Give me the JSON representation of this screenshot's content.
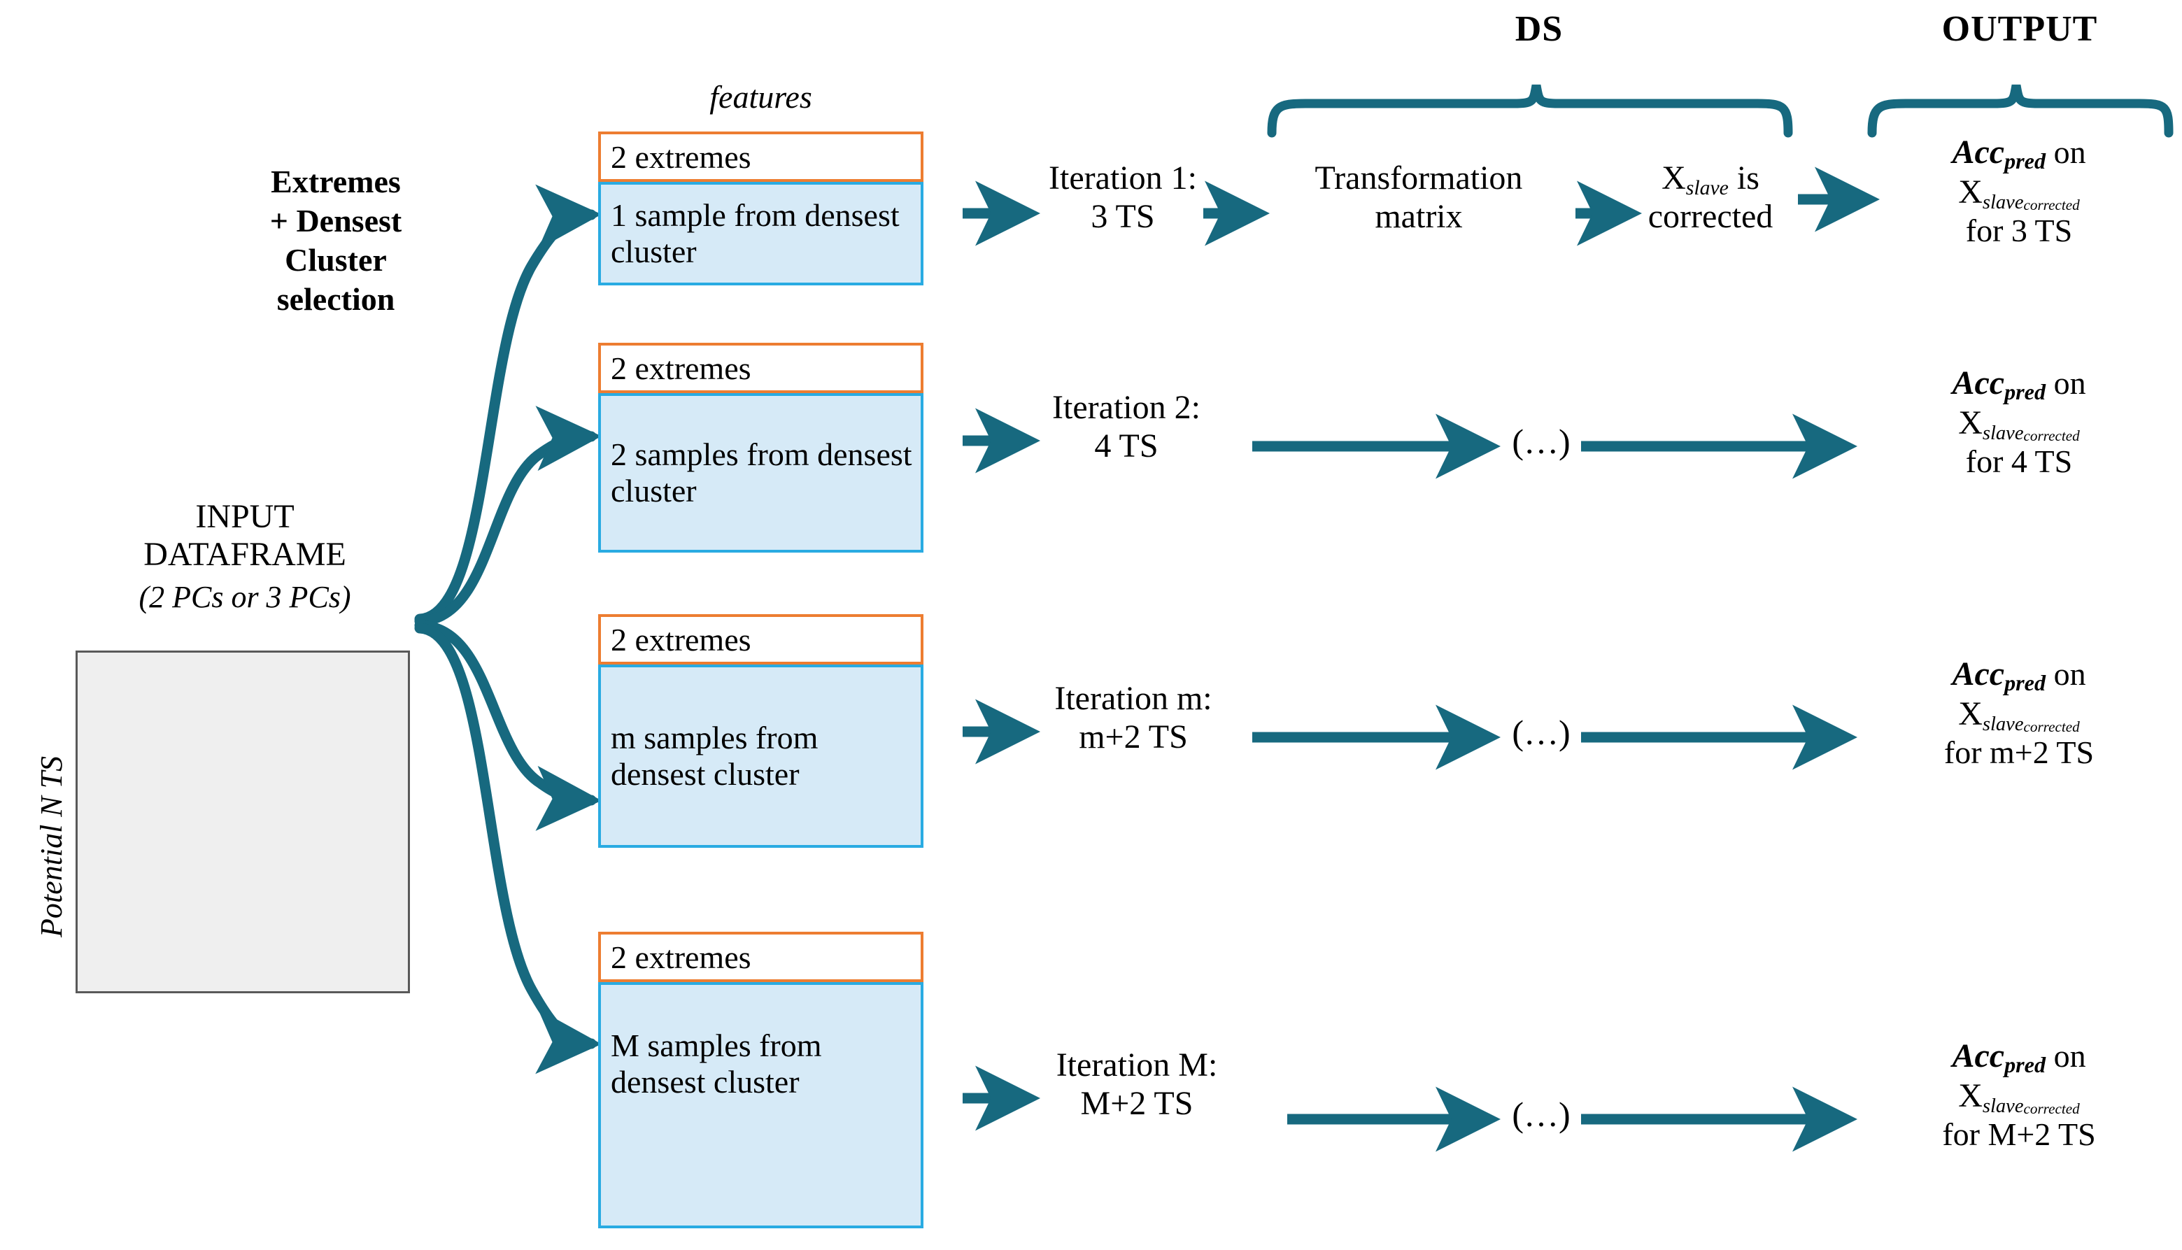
{
  "colors": {
    "teal": "#17697F",
    "orange_border": "#ED7D31",
    "blue_border": "#29ABE2",
    "blue_fill": "#D6EAF7",
    "gray_fill": "#EFEFEF",
    "gray_border": "#595959",
    "text": "#000000"
  },
  "headers": {
    "ds": "DS",
    "output": "OUTPUT"
  },
  "left": {
    "selection_label": "Extremes\n+ Densest\nCluster\nselection",
    "selection_lines": [
      "Extremes",
      "+ Densest",
      "Cluster",
      "selection"
    ],
    "input_title_line1": "INPUT",
    "input_title_line2": "DATAFRAME",
    "input_subtitle": "(2 PCs or 3 PCs)",
    "row_axis_label": "Potential N TS"
  },
  "features_label": "features",
  "rows": [
    {
      "extremes": "2 extremes",
      "cluster_line1": "1 sample from",
      "cluster_line2": "densest cluster",
      "iteration_line1": "Iteration 1:",
      "iteration_line2": "3 TS",
      "ds_step1_line1": "Transformation",
      "ds_step1_line2": "matrix",
      "ds_step2_line1": "X_slave is",
      "ds_step2_line2": "corrected",
      "ds_step2_var": "X",
      "ds_step2_sub": "slave",
      "ds_step2_tail": " is",
      "output_acc": "Acc",
      "output_acc_sub": "pred",
      "output_acc_tail": " on",
      "output_var": "X",
      "output_var_sub": "slave",
      "output_var_sub2": "corrected",
      "output_for": "for 3 TS",
      "ellipsis": null
    },
    {
      "extremes": "2 extremes",
      "cluster_line1": "2 samples from",
      "cluster_line2": "densest cluster",
      "iteration_line1": "Iteration 2:",
      "iteration_line2": "4 TS",
      "ellipsis": "(…)",
      "output_acc": "Acc",
      "output_acc_sub": "pred",
      "output_acc_tail": " on",
      "output_var": "X",
      "output_var_sub": "slave",
      "output_var_sub2": "corrected",
      "output_for": "for 4 TS"
    },
    {
      "extremes": "2 extremes",
      "cluster_line1": "m samples from",
      "cluster_line2": "densest cluster",
      "iteration_line1": "Iteration m:",
      "iteration_line2": "m+2 TS",
      "ellipsis": "(…)",
      "output_acc": "Acc",
      "output_acc_sub": "pred",
      "output_acc_tail": " on",
      "output_var": "X",
      "output_var_sub": "slave",
      "output_var_sub2": "corrected",
      "output_for": "for m+2 TS"
    },
    {
      "extremes": "2 extremes",
      "cluster_line1": "M samples from",
      "cluster_line2": "densest cluster",
      "iteration_line1": "Iteration M:",
      "iteration_line2": "M+2 TS",
      "ellipsis": "(…)",
      "output_acc": "Acc",
      "output_acc_sub": "pred",
      "output_acc_tail": " on",
      "output_var": "X",
      "output_var_sub": "slave",
      "output_var_sub2": "corrected",
      "output_for": "for M+2 TS"
    }
  ]
}
